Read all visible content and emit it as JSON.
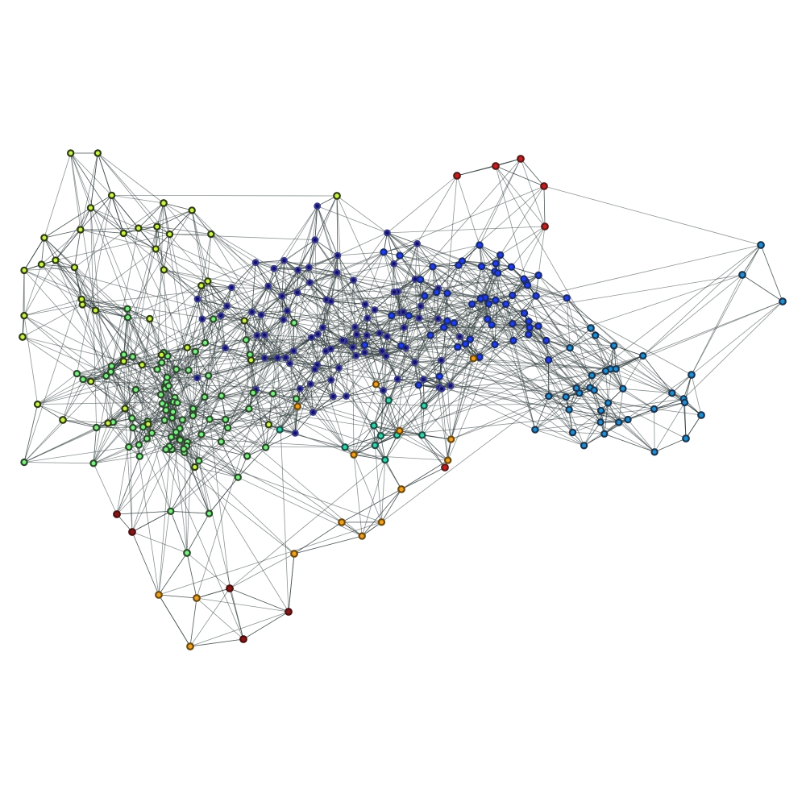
{
  "diagram": {
    "kind": "network-graph",
    "background": "#ffffff",
    "edge_color": "#2f3b3d",
    "communities": [
      {
        "id": "green",
        "fill": "#7cf083",
        "stroke": "#2b4a2b"
      },
      {
        "id": "yellow-green",
        "fill": "#c8f54a",
        "stroke": "#2f3a12"
      },
      {
        "id": "navy",
        "fill": "#101070",
        "stroke": "#3b3b8a"
      },
      {
        "id": "blue",
        "fill": "#1e3cf0",
        "stroke": "#1a2a70"
      },
      {
        "id": "sky",
        "fill": "#1f8fd4",
        "stroke": "#1a3550"
      },
      {
        "id": "teal",
        "fill": "#2fd6b0",
        "stroke": "#1d4f44"
      },
      {
        "id": "orange",
        "fill": "#f0a020",
        "stroke": "#6a4a10"
      },
      {
        "id": "red",
        "fill": "#c81e1e",
        "stroke": "#5a1a1a"
      },
      {
        "id": "brown-red",
        "fill": "#8a1515",
        "stroke": "#4a1010"
      }
    ]
  }
}
